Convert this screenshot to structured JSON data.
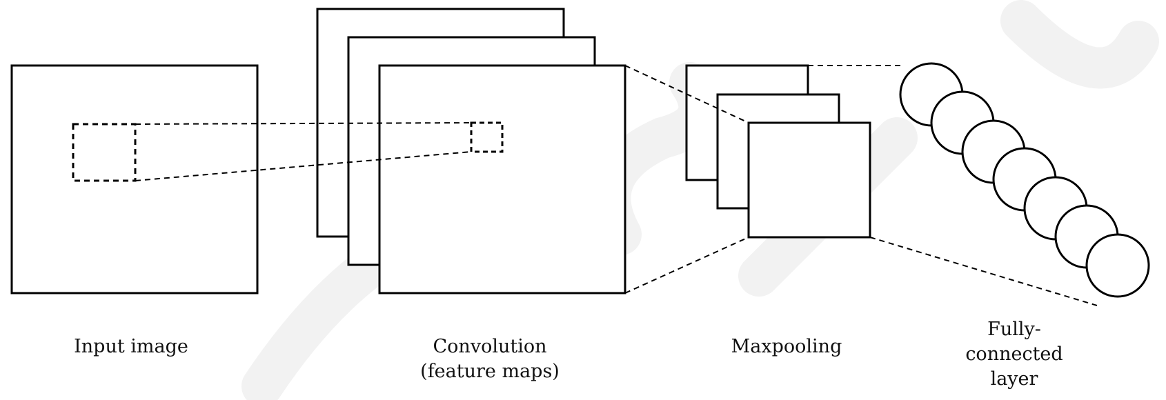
{
  "labels": {
    "input_image": "Input image",
    "convolution_line1": "Convolution",
    "convolution_line2": "(feature maps)",
    "maxpooling": "Maxpooling",
    "fc_line1": "Fully-",
    "fc_line2": "connected",
    "fc_line3": "layer"
  },
  "layers": {
    "convolution_feature_map_count": 3,
    "maxpooling_map_count": 3,
    "fully_connected_neuron_count": 7
  },
  "colors": {
    "stroke": "#000000",
    "background": "#ffffff",
    "watermark": "#f2f2f2"
  }
}
